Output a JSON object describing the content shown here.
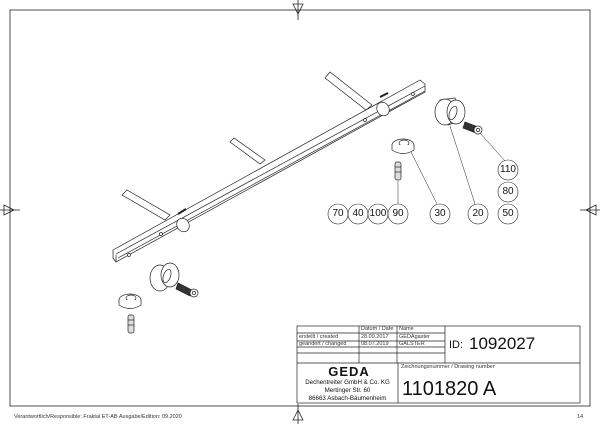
{
  "drawing": {
    "balloons": [
      "70",
      "40",
      "100",
      "90",
      "30",
      "20",
      "110",
      "80",
      "50"
    ]
  },
  "title_block": {
    "header_date": "Datum / Date",
    "header_name": "Name",
    "rows": [
      {
        "label": "erstellt / created",
        "date": "28.09.2017",
        "name": "GEDAgaster"
      },
      {
        "label": "geändert / changed",
        "date": "08.07.2019",
        "name": "GALSTER"
      }
    ],
    "id_label": "ID:",
    "id_value": "1092027",
    "logo": "GEDA",
    "company": "Dechentreiter GmbH & Co. KG",
    "street": "Mertinger Str. 60",
    "city": "86663 Asbach-Bäumenheim",
    "drawing_number_label": "Zeichnungsnummer / Drawing number",
    "drawing_number": "1101820 A"
  },
  "footer": {
    "responsible": "Verantwortlich/Responsible: Fraktal ET-AB Ausgabe/Edition: 09.2020",
    "page": "14"
  }
}
